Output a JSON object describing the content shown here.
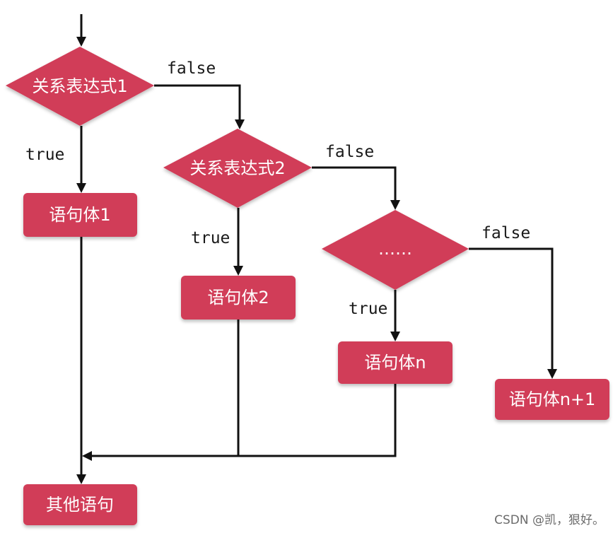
{
  "diagram": {
    "nodes": {
      "condition1": "关系表达式1",
      "condition2": "关系表达式2",
      "condition3": "……",
      "statement1": "语句体1",
      "statement2": "语句体2",
      "statementN": "语句体n",
      "statementN1": "语句体n+1",
      "other": "其他语句"
    },
    "edge_labels": {
      "true1": "true",
      "false1": "false",
      "true2": "true",
      "false2": "false",
      "true3": "true",
      "false3": "false"
    },
    "colors": {
      "node_fill": "#d13c58",
      "line": "#111111"
    }
  },
  "watermark": "CSDN @凯，狠好。"
}
